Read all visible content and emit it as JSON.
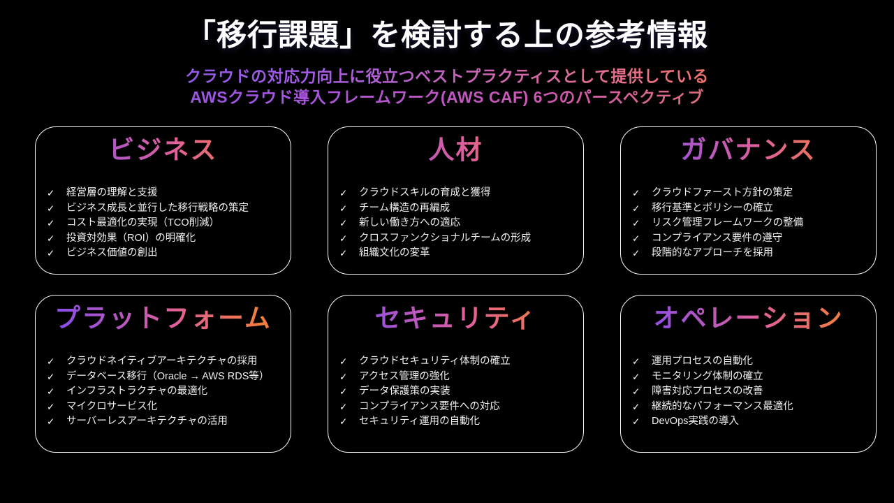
{
  "slide": {
    "title": "「移行課題」を検討する上の参考情報",
    "subtitle_line1": "クラウドの対応力向上に役立つベストプラクティスとして提供している",
    "subtitle_line2": "AWSクラウド導入フレームワーク(AWS CAF) 6つのパースペクティブ",
    "bullet_icon": "✓",
    "colors": {
      "background": "#000000",
      "title": "#ffffff",
      "body": "#f0f0f0",
      "card_border": "#fafafa",
      "grad_purple": "#7d54e8",
      "grad_violet": "#a55ce8",
      "grad_pink": "#e0609a",
      "grad_orange": "#f5822e"
    },
    "cards": [
      {
        "title": "ビジネス",
        "items": [
          "経営層の理解と支援",
          "ビジネス成長と並行した移行戦略の策定",
          "コスト最適化の実現（TCO削減）",
          "投資対効果（ROI）の明確化",
          "ビジネス価値の創出"
        ]
      },
      {
        "title": "人材",
        "items": [
          "クラウドスキルの育成と獲得",
          "チーム構造の再編成",
          "新しい働き方への適応",
          "クロスファンクショナルチームの形成",
          "組織文化の変革"
        ]
      },
      {
        "title": "ガバナンス",
        "items": [
          "クラウドファースト方針の策定",
          "移行基準とポリシーの確立",
          "リスク管理フレームワークの整備",
          "コンプライアンス要件の遵守",
          "段階的なアプローチを採用"
        ]
      },
      {
        "title": "プラットフォーム",
        "items": [
          "クラウドネイティブアーキテクチャの採用",
          "データベース移行（Oracle → AWS RDS等）",
          "インフラストラクチャの最適化",
          "マイクロサービス化",
          "サーバーレスアーキテクチャの活用"
        ]
      },
      {
        "title": "セキュリティ",
        "items": [
          "クラウドセキュリティ体制の確立",
          "アクセス管理の強化",
          "データ保護策の実装",
          "コンプライアンス要件への対応",
          "セキュリティ運用の自動化"
        ]
      },
      {
        "title": "オペレーション",
        "items": [
          "運用プロセスの自動化",
          "モニタリング体制の確立",
          "障害対応プロセスの改善",
          "継続的なパフォーマンス最適化",
          "DevOps実践の導入"
        ]
      }
    ]
  }
}
